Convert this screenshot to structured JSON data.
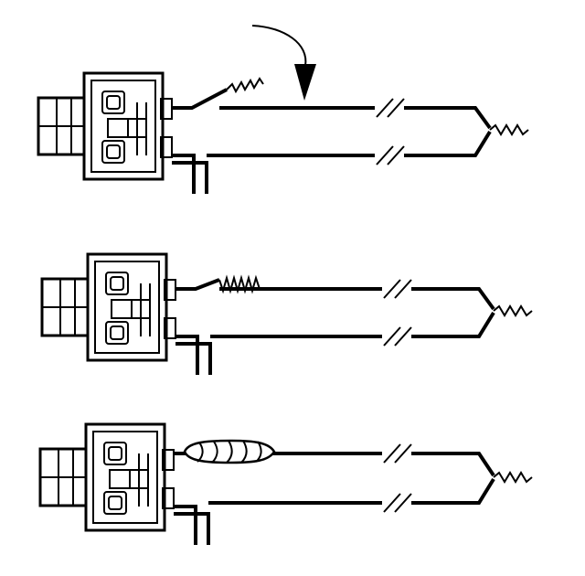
{
  "diagram": {
    "steps": [
      {
        "id": "step-1",
        "description_visible": ""
      },
      {
        "id": "step-2",
        "description_visible": ""
      },
      {
        "id": "step-3",
        "description_visible": ""
      }
    ],
    "colors": {
      "line": "#000000",
      "background": "#ffffff"
    }
  }
}
